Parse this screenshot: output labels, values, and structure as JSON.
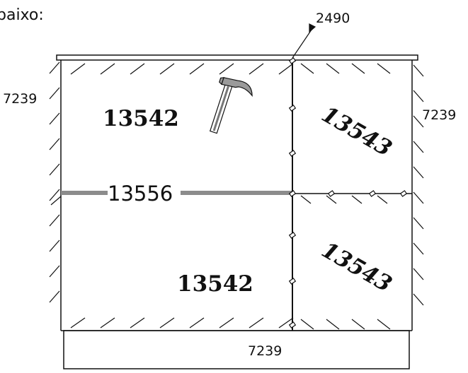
{
  "caption": "baixo:",
  "labels": {
    "top_callout": "2490",
    "left_side": "7239",
    "right_side": "7239",
    "bottom": "7239",
    "panel_top_left": "13542",
    "panel_bottom_left": "13542",
    "panel_top_right": "13543",
    "panel_bottom_right": "13543",
    "divider_rail": "13556"
  },
  "icons": {
    "hammer": "hammer-icon"
  },
  "colors": {
    "line": "#111111",
    "rail": "#8c8c8c",
    "background": "#ffffff"
  }
}
